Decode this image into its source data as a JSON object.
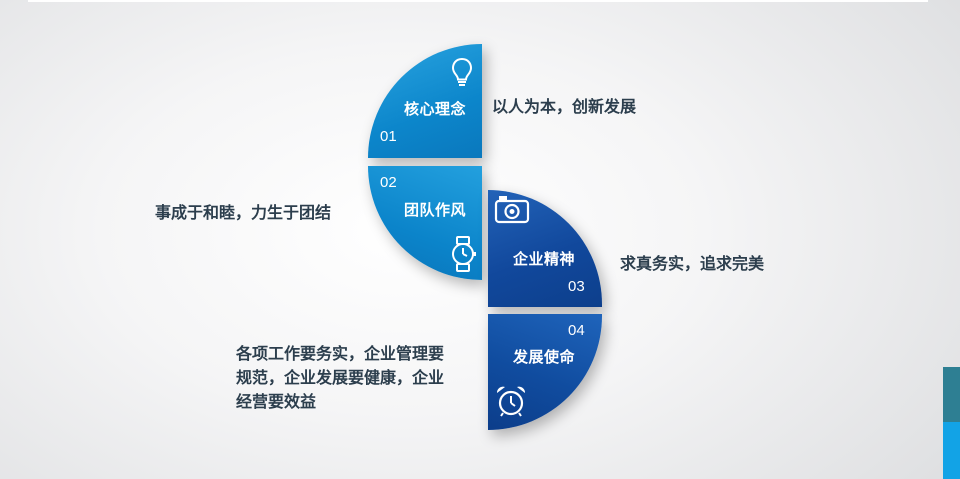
{
  "items": [
    {
      "number": "01",
      "title": "核心理念",
      "description": "以人为本，创新发展",
      "icon": "lightbulb-icon"
    },
    {
      "number": "02",
      "title": "团队作风",
      "description": "事成于和睦，力生于团结",
      "icon": "watch-icon"
    },
    {
      "number": "03",
      "title": "企业精神",
      "description": "求真务实，追求完美",
      "icon": "camera-icon"
    },
    {
      "number": "04",
      "title": "发展使命",
      "description_lines": [
        "各项工作要务实，企业管理要",
        "规范，企业发展要健康，企业",
        "经营要效益"
      ],
      "icon": "alarm-clock-icon"
    }
  ],
  "colors": {
    "light_blue": "#0c86cb",
    "dark_blue": "#11489c",
    "text": "#2c3e4d",
    "strip_teal": "#2e7f93",
    "strip_cyan": "#12a3e6"
  }
}
